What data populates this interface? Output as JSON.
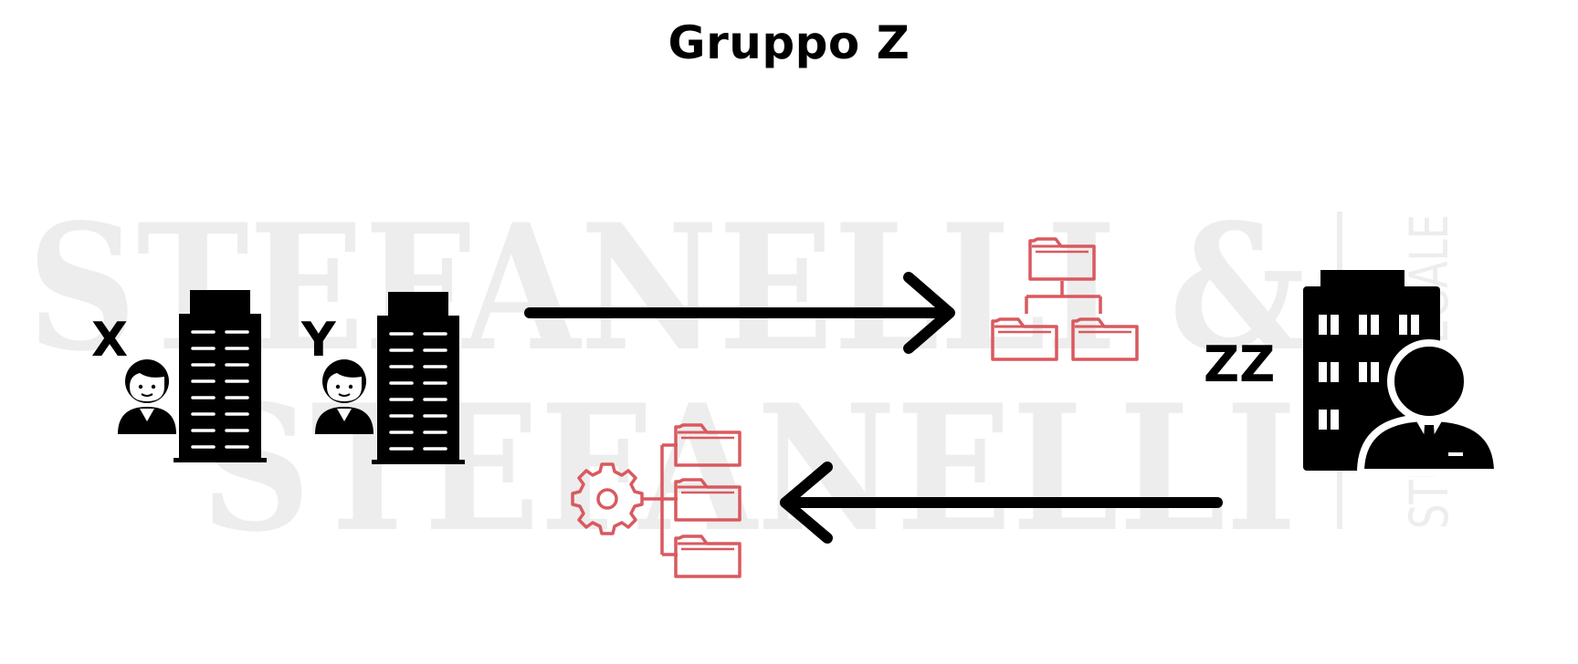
{
  "title": "Gruppo Z",
  "entities": {
    "x_label": "X",
    "y_label": "Y",
    "zz_label": "ZZ"
  },
  "watermark": {
    "line1": "STEFANELLI &",
    "line2": "STEFANELLI",
    "side": "STUDIO LEGALE"
  },
  "colors": {
    "text": "#000000",
    "accent": "#d9595f",
    "watermark": "#ececec",
    "background": "#ffffff"
  },
  "icons": [
    "person-icon",
    "office-building-icon",
    "folder-hierarchy-icon",
    "gear-folders-icon",
    "businessman-building-icon",
    "arrow-right-icon",
    "arrow-left-icon"
  ]
}
